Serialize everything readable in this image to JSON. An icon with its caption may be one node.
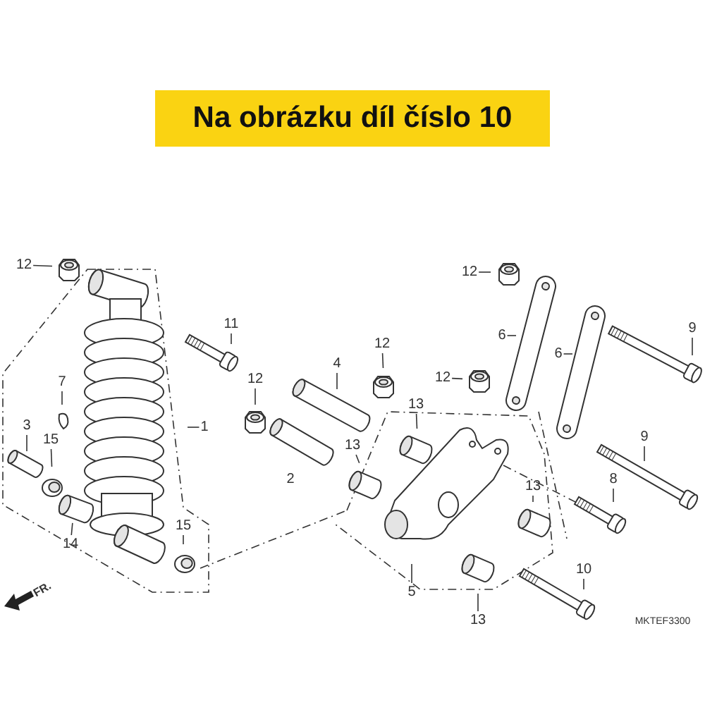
{
  "diagram": {
    "title": "Na obrázku díl číslo 10",
    "nodes": [
      {
        "text": [
          "12"
        ]
      },
      {
        "text": [
          "12"
        ]
      },
      {
        "text": [
          "11"
        ]
      },
      {
        "text": [
          "6"
        ]
      },
      {
        "text": [
          "9"
        ]
      },
      {
        "text": [
          "6"
        ]
      },
      {
        "text": [
          "4"
        ]
      },
      {
        "text": [
          "12"
        ]
      },
      {
        "text": [
          "12"
        ]
      },
      {
        "text": [
          "7"
        ]
      },
      {
        "text": [
          "12"
        ]
      },
      {
        "text": [
          "13"
        ]
      },
      {
        "text": [
          "1"
        ]
      },
      {
        "text": [
          "3"
        ]
      },
      {
        "text": [
          "9"
        ]
      },
      {
        "text": [
          "15"
        ]
      },
      {
        "text": [
          "13"
        ]
      },
      {
        "text": [
          "13"
        ]
      },
      {
        "text": [
          "8"
        ]
      },
      {
        "text": [
          "14"
        ]
      },
      {
        "text": [
          "15"
        ]
      },
      {
        "text": [
          "10"
        ]
      },
      {
        "text": [
          "5"
        ]
      },
      {
        "text": [
          "13"
        ]
      }
    ],
    "edges": [
      {
        "from": 0,
        "to": null,
        "arrow": "none"
      },
      {
        "from": 1,
        "to": null,
        "arrow": "none"
      },
      {
        "from": 2,
        "to": null,
        "arrow": "none"
      },
      {
        "from": 3,
        "to": null,
        "arrow": "none"
      },
      {
        "from": 4,
        "to": null,
        "arrow": "none"
      },
      {
        "from": 5,
        "to": null,
        "arrow": "none"
      },
      {
        "from": 6,
        "to": null,
        "arrow": "none"
      },
      {
        "from": 7,
        "to": null,
        "arrow": "none"
      },
      {
        "from": 8,
        "to": null,
        "arrow": "none"
      },
      {
        "from": 9,
        "to": null,
        "arrow": "none"
      },
      {
        "from": 10,
        "to": null,
        "arrow": "none"
      },
      {
        "from": 11,
        "to": null,
        "arrow": "none"
      },
      {
        "from": 12,
        "to": null,
        "arrow": "none"
      },
      {
        "from": 13,
        "to": null,
        "arrow": "none"
      },
      {
        "from": 14,
        "to": null,
        "arrow": "none"
      },
      {
        "from": 15,
        "to": null,
        "arrow": "none"
      },
      {
        "from": 16,
        "to": null,
        "arrow": "none"
      },
      {
        "from": 17,
        "to": null,
        "arrow": "none"
      },
      {
        "from": 18,
        "to": null,
        "arrow": "none"
      },
      {
        "from": 19,
        "to": null,
        "arrow": "none"
      },
      {
        "from": 20,
        "to": null,
        "arrow": "none"
      },
      {
        "from": 21,
        "to": null,
        "arrow": "none"
      },
      {
        "from": 22,
        "to": null,
        "arrow": "none"
      },
      {
        "from": 23,
        "to": null,
        "arrow": "none"
      }
    ],
    "labels": [
      "2",
      "FR.",
      "MKTEF3300"
    ]
  }
}
